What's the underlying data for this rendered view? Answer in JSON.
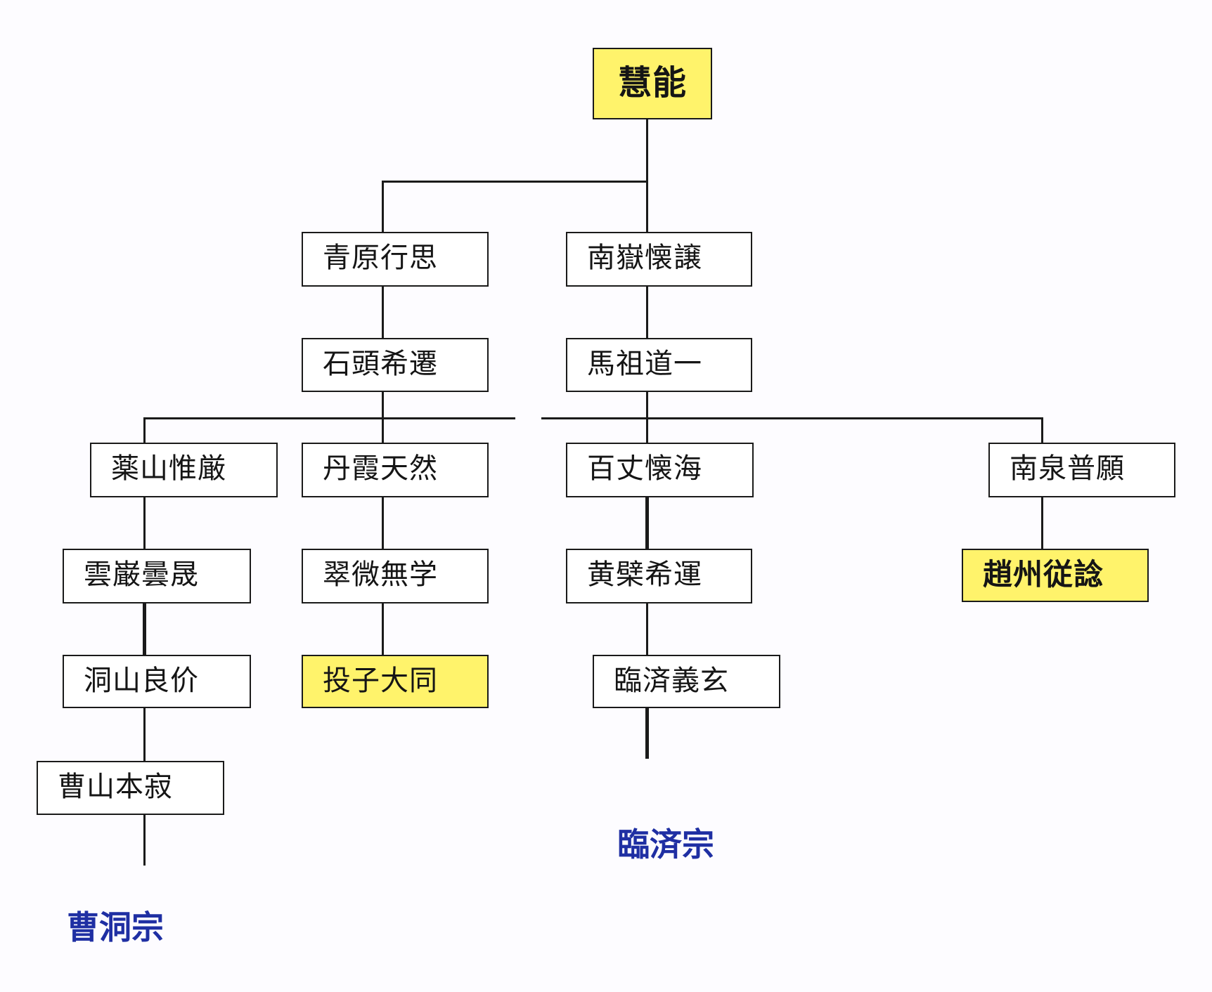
{
  "colors": {
    "highlight": "#fff36b",
    "school_label": "#1f2fa3",
    "line": "#1a1a1a",
    "background": "#fdfcff"
  },
  "nodes": {
    "root": "慧能",
    "qingyuan": "青原行思",
    "nanyue": "南嶽懐譲",
    "shitou": "石頭希遷",
    "mazu": "馬祖道一",
    "yaoshan": "薬山惟厳",
    "danxia": "丹霞天然",
    "baizhang": "百丈懐海",
    "nanquan": "南泉普願",
    "yunyan": "雲巌曇晟",
    "cuiwei": "翠微無学",
    "huangbo": "黄檗希運",
    "zhaozhou": "趙州従諗",
    "dongshan": "洞山良价",
    "touzi": "投子大同",
    "linji": "臨済義玄",
    "caoshan": "曹山本寂"
  },
  "highlighted": [
    "root",
    "touzi",
    "zhaozhou"
  ],
  "schools": {
    "soto": "曹洞宗",
    "rinzai": "臨済宗"
  }
}
